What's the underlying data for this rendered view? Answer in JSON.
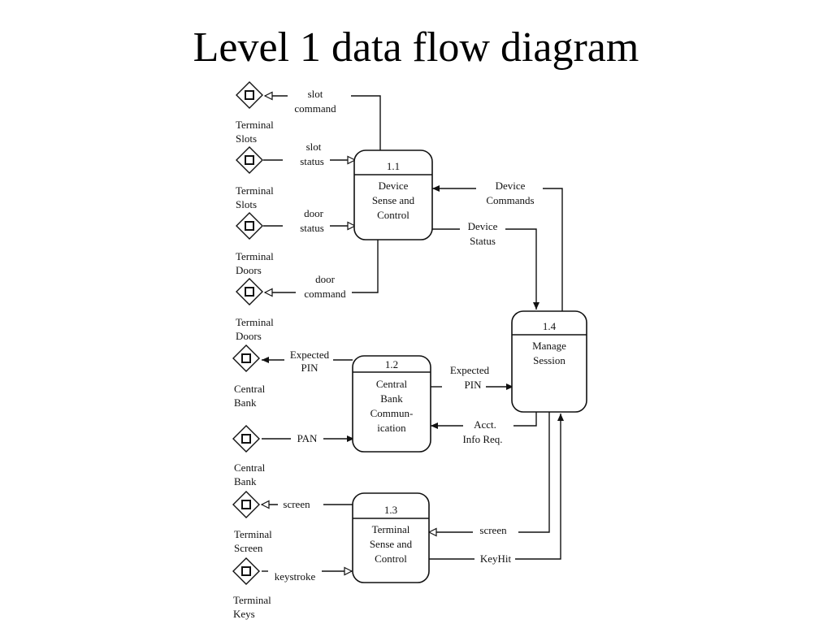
{
  "title": "Level 1 data flow diagram",
  "processes": [
    {
      "id": "1.1",
      "lines": [
        "Device",
        "Sense and",
        "Control"
      ]
    },
    {
      "id": "1.2",
      "lines": [
        "Central",
        "Bank",
        "Commun-",
        "ication"
      ]
    },
    {
      "id": "1.3",
      "lines": [
        "Terminal",
        "Sense and",
        "Control"
      ]
    },
    {
      "id": "1.4",
      "lines": [
        "Manage",
        "Session"
      ]
    }
  ],
  "terminators": [
    {
      "lines": [
        "Terminal",
        "Slots"
      ]
    },
    {
      "lines": [
        "Terminal",
        "Slots"
      ]
    },
    {
      "lines": [
        "Terminal",
        "Doors"
      ]
    },
    {
      "lines": [
        "Terminal",
        "Doors"
      ]
    },
    {
      "lines": [
        "Central",
        "Bank"
      ]
    },
    {
      "lines": [
        "Central",
        "Bank"
      ]
    },
    {
      "lines": [
        "Terminal",
        "Screen"
      ]
    },
    {
      "lines": [
        "Terminal",
        "Keys"
      ]
    }
  ],
  "flows": [
    {
      "lines": [
        "slot",
        "command"
      ]
    },
    {
      "lines": [
        "slot",
        "status"
      ]
    },
    {
      "lines": [
        "door",
        "status"
      ]
    },
    {
      "lines": [
        "door",
        "command"
      ]
    },
    {
      "lines": [
        "Expected",
        "PIN"
      ]
    },
    {
      "lines": [
        "PAN"
      ]
    },
    {
      "lines": [
        "screen"
      ]
    },
    {
      "lines": [
        "keystroke"
      ]
    },
    {
      "lines": [
        "Device",
        "Commands"
      ]
    },
    {
      "lines": [
        "Device",
        "Status"
      ]
    },
    {
      "lines": [
        "Expected",
        "PIN"
      ]
    },
    {
      "lines": [
        "Acct.",
        "Info Req."
      ]
    },
    {
      "lines": [
        "screen"
      ]
    },
    {
      "lines": [
        "KeyHit"
      ]
    }
  ]
}
